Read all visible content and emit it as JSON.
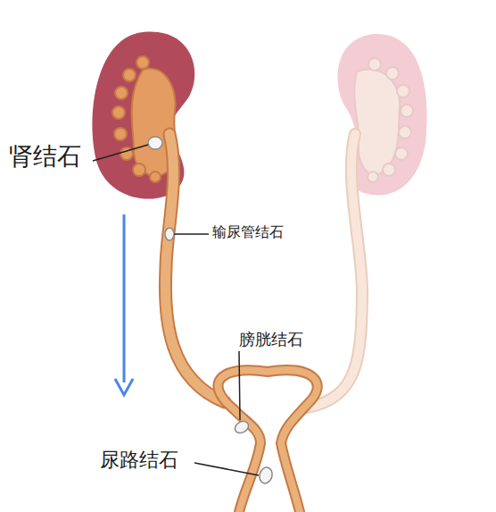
{
  "diagram": {
    "labels": [
      "肾结石",
      "输尿管结石",
      "膀胱结石",
      "尿路结石"
    ]
  }
}
